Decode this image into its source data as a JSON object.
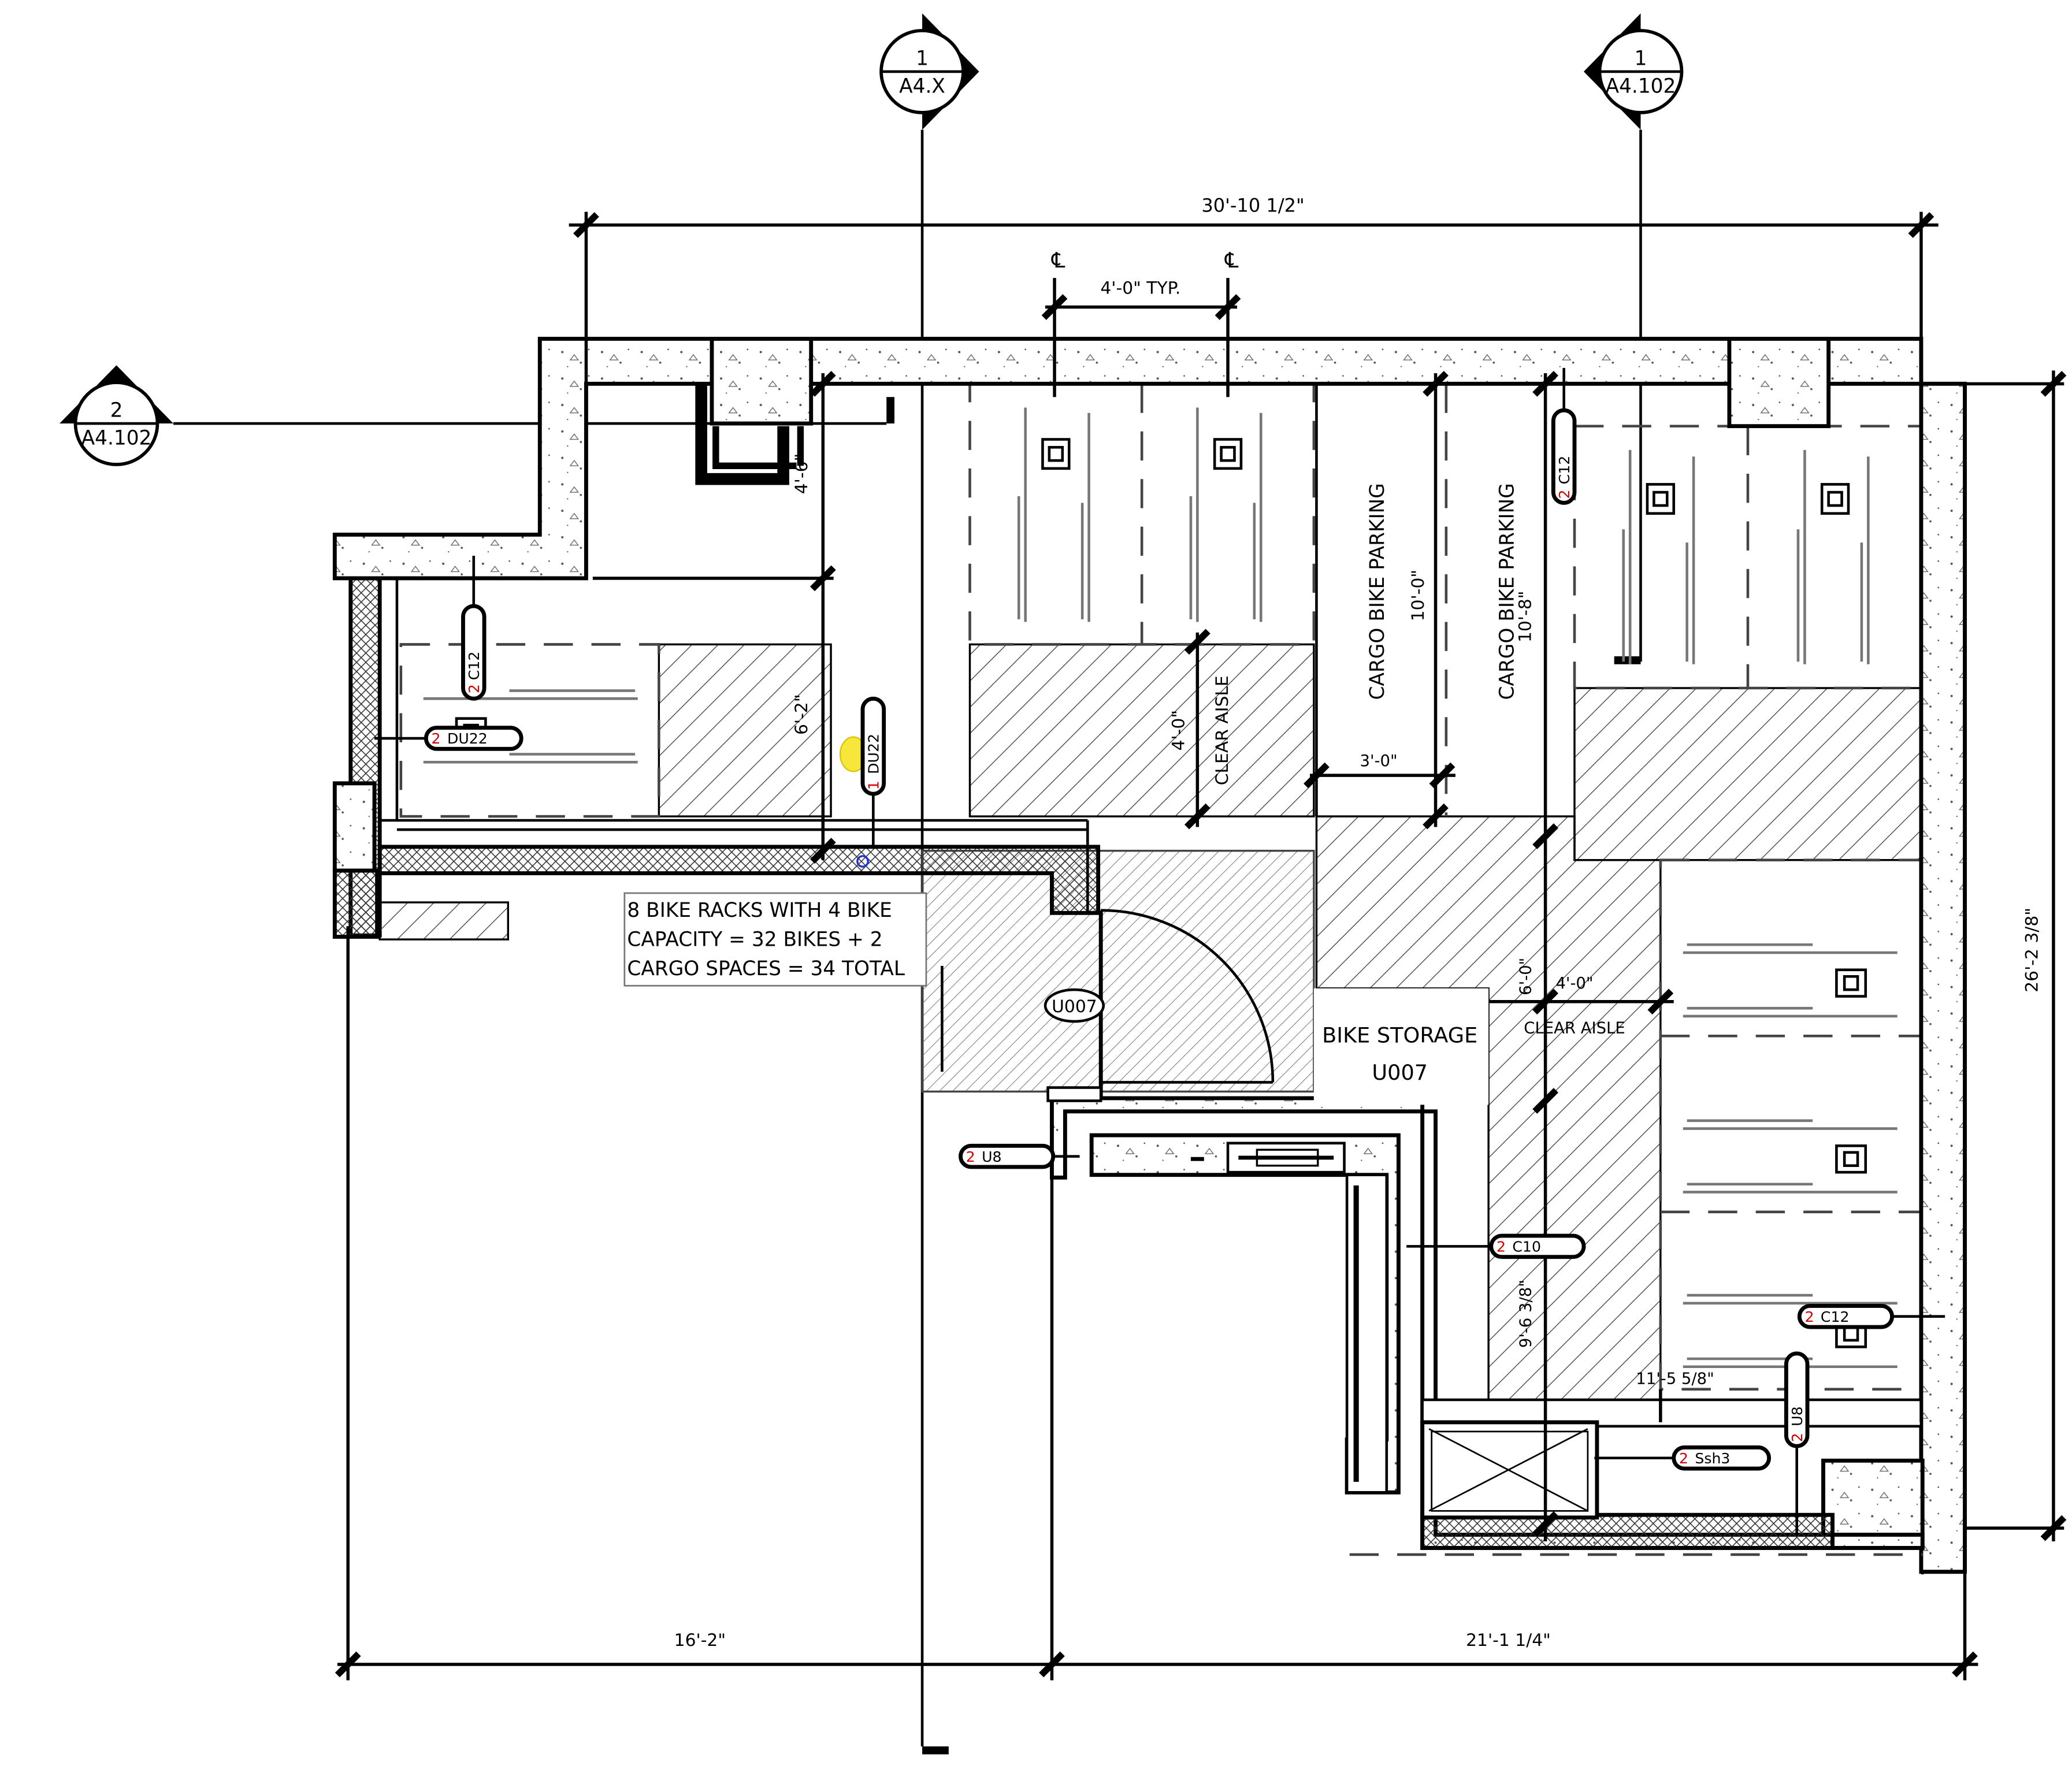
{
  "section_markers": [
    {
      "number": "1",
      "sheet": "A4.X"
    },
    {
      "number": "1",
      "sheet": "A4.102"
    },
    {
      "number": "2",
      "sheet": "A4.102"
    }
  ],
  "dimensions": {
    "overall_width": "30'-10 1/2\"",
    "rack_spacing": "4'-0\" TYP.",
    "centerline_symbol": "℄",
    "rack_depth_left": "4'-6\"",
    "left_zone_depth": "6'-2\"",
    "clear_aisle_depth": "4'-0\"",
    "cargo_length_1": "10'-0\"",
    "cargo_length_2": "10'-8\"",
    "cargo_width": "3'-0\"",
    "aisle_depth_right": "6'-0\"",
    "aisle_width_right": "4'-0\"",
    "overall_height": "26'-2 3/8\"",
    "room_depth": "9'-6 3/8\"",
    "rack_zone_width": "11'-5 5/8\"",
    "bottom_left": "16'-2\"",
    "bottom_right": "21'-1 1/4\""
  },
  "labels": {
    "cargo_bike_parking": "CARGO BIKE PARKING",
    "clear_aisle": "CLEAR AISLE",
    "room_name": "BIKE STORAGE",
    "room_number": "U007",
    "door_tag": "U007",
    "note_lines": [
      "8 BIKE RACKS WITH 4 BIKE",
      "CAPACITY = 32 BIKES + 2",
      "CARGO SPACES = 34 TOTAL"
    ]
  },
  "tags": {
    "c12_left": {
      "num": "2",
      "code": "C12"
    },
    "du22_left": {
      "num": "2",
      "code": "DU22"
    },
    "du22_mid": {
      "num": "1",
      "code": "DU22"
    },
    "c12_top": {
      "num": "2",
      "code": "C12"
    },
    "u8_left": {
      "num": "2",
      "code": "U8"
    },
    "c10": {
      "num": "2",
      "code": "C10"
    },
    "c12_right": {
      "num": "2",
      "code": "C12"
    },
    "u8_right": {
      "num": "2",
      "code": "U8"
    },
    "ssh3": {
      "num": "2",
      "code": "Ssh3"
    }
  }
}
